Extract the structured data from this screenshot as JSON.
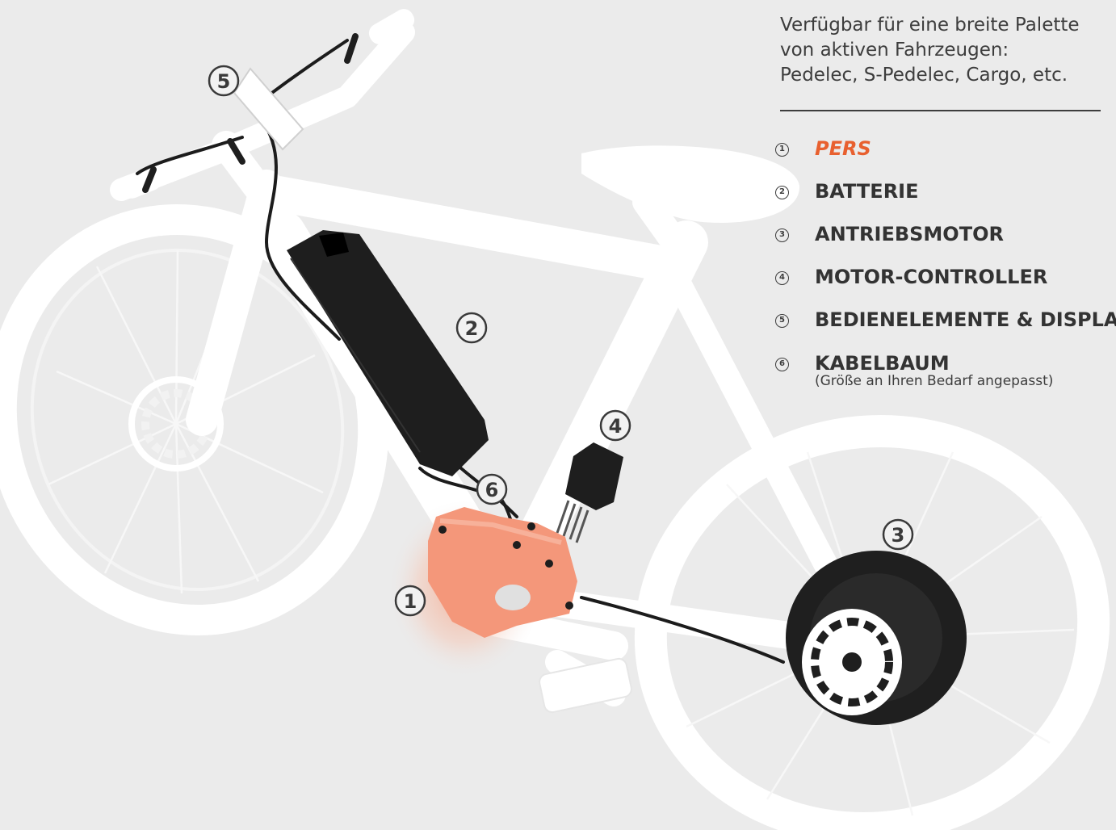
{
  "intro": {
    "line1": "Verfügbar für eine breite Palette",
    "line2": "von aktiven Fahrzeugen:",
    "line3": "Pedelec, S-Pedelec, Cargo, etc."
  },
  "legend": [
    {
      "marker": "1",
      "label": "PERS",
      "sub": "",
      "active": true
    },
    {
      "marker": "2",
      "label": "BATTERIE",
      "sub": "",
      "active": false
    },
    {
      "marker": "3",
      "label": "ANTRIEBSMOTOR",
      "sub": "",
      "active": false
    },
    {
      "marker": "4",
      "label": "MOTOR-CONTROLLER",
      "sub": "",
      "active": false
    },
    {
      "marker": "5",
      "label": "BEDIENELEMENTE & DISPLAY",
      "sub": "",
      "active": false
    },
    {
      "marker": "6",
      "label": "KABELBAUM",
      "sub": "(Größe an Ihren Bedarf angepasst)",
      "active": false
    }
  ],
  "callouts": {
    "c1": "1",
    "c2": "2",
    "c3": "3",
    "c4": "4",
    "c5": "5",
    "c6": "6"
  },
  "colors": {
    "background": "#ebebeb",
    "bike": "#ffffff",
    "accent": "#e8602f",
    "component_dark": "#1e1e1e",
    "text": "#3d3d3d"
  }
}
